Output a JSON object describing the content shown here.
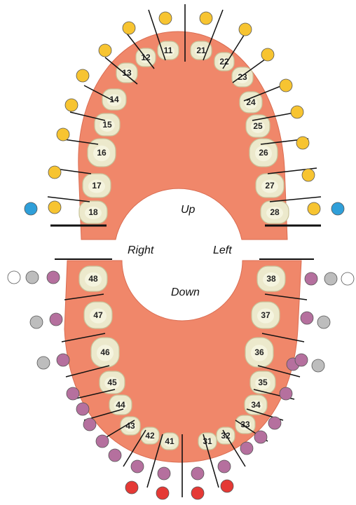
{
  "labels": {
    "up": "Up",
    "down": "Down",
    "right": "Right",
    "left": "Left"
  },
  "colors": {
    "gum": "#f0876a",
    "gum_edge": "#d96d52",
    "tooth": "#ece9cc",
    "tooth_edge": "#c8c39a",
    "yellow": "#f7c431",
    "blue": "#2f9fd9",
    "purple": "#b5709e",
    "gray": "#bdbdbd",
    "white": "#ffffff",
    "red": "#e53935"
  },
  "upper_teeth": [
    "18",
    "17",
    "16",
    "15",
    "14",
    "13",
    "12",
    "11",
    "21",
    "22",
    "23",
    "24",
    "25",
    "26",
    "27",
    "28"
  ],
  "lower_teeth": [
    "48",
    "47",
    "46",
    "45",
    "44",
    "43",
    "42",
    "41",
    "31",
    "32",
    "33",
    "34",
    "35",
    "36",
    "37",
    "38"
  ]
}
